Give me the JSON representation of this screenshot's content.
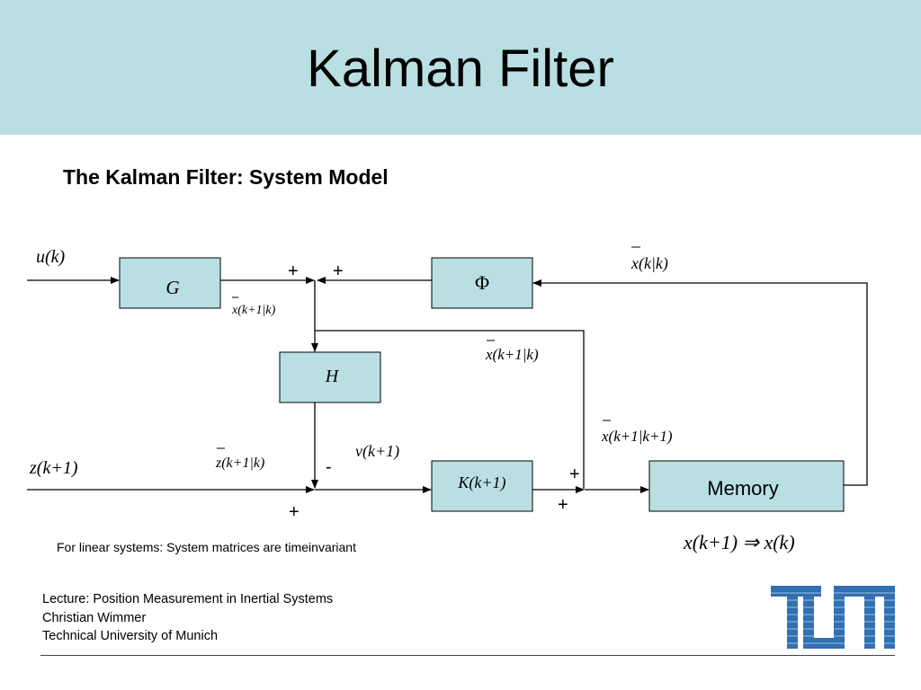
{
  "slide": {
    "title": "Kalman Filter",
    "subtitle": "The Kalman Filter:  System Model",
    "note": "For linear systems: System matrices are timeinvariant",
    "footer": [
      "Lecture: Position Measurement in Inertial Systems",
      "Christian Wimmer",
      "Technical University of Munich"
    ]
  },
  "diagram": {
    "blocks": {
      "G": "G",
      "Phi": "Φ",
      "H": "H",
      "K": "K(k+1)",
      "memory": "Memory"
    },
    "signals": {
      "u": "u(k)",
      "z": "z(k+1)",
      "x_k_k": "x(k|k)",
      "x_pred_left": "x(k+1|k)",
      "x_pred_right": "x(k+1|k)",
      "x_upd": "x(k+1|k+1)",
      "z_pred": "z(k+1|k)",
      "v": "v(k+1)",
      "shift": "x(k+1) ⇒ x(k)"
    },
    "signs": {
      "sum1_left": "+",
      "sum1_right": "+",
      "sum2_top": "-",
      "sum2_bottom": "+",
      "sum3_top": "+",
      "sum3_bottom": "+"
    }
  },
  "logo": {
    "text": "TUM",
    "color": "#3070b3"
  }
}
